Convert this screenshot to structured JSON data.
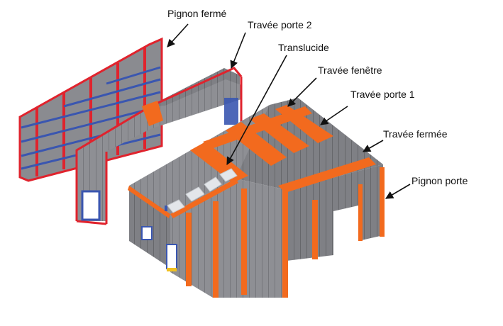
{
  "labels": {
    "pignon_ferme": "Pignon fermé",
    "travee_porte_2": "Travée porte 2",
    "translucide": "Translucide",
    "travee_fenetre": "Travée fenêtre",
    "travee_porte_1": "Travée porte 1",
    "travee_fermee": "Travée fermée",
    "pignon_porte": "Pignon porte"
  },
  "colors": {
    "cladding": "#8f8f94",
    "cladding_dark": "#6f7075",
    "frame_orange": "#f26a1e",
    "frame_red": "#e0232d",
    "purlin_blue": "#3a56b0",
    "translucent": "#d9dde2",
    "arrow": "#111111"
  }
}
